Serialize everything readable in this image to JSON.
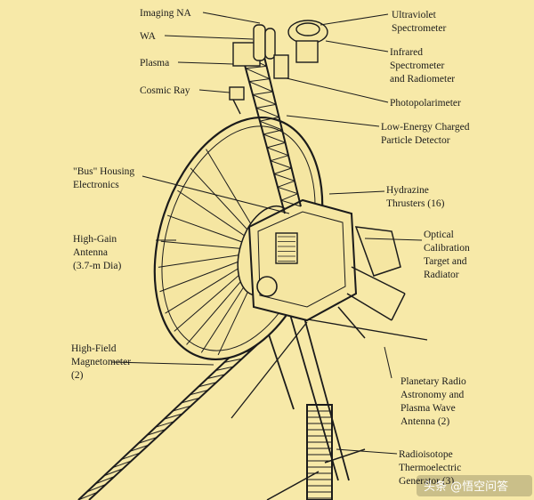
{
  "labels": {
    "imaging_na": "Imaging NA",
    "wa": "WA",
    "plasma": "Plasma",
    "cosmic_ray": "Cosmic Ray",
    "ultraviolet": [
      "Ultraviolet",
      "Spectrometer"
    ],
    "infrared": [
      "Infrared",
      "Spectrometer",
      "and Radiometer"
    ],
    "photopolarimeter": "Photopolarimeter",
    "low_energy": [
      "Low-Energy Charged",
      "Particle Detector"
    ],
    "bus_housing": [
      "\"Bus\" Housing",
      "Electronics"
    ],
    "hydrazine": [
      "Hydrazine",
      "Thrusters (16)"
    ],
    "high_gain": [
      "High-Gain",
      "Antenna",
      "(3.7-m Dia)"
    ],
    "optical": [
      "Optical",
      "Calibration",
      "Target and",
      "Radiator"
    ],
    "high_field": [
      "High-Field",
      "Magnetometer",
      "(2)"
    ],
    "planetary_radio": [
      "Planetary Radio",
      "Astronomy and",
      "Plasma Wave",
      "Antenna (2)"
    ],
    "radioisotope": [
      "Radioisotope",
      "Thermoelectric",
      "Generator (3)"
    ]
  },
  "watermark": "头条 @悟空问答",
  "colors": {
    "background": "#f7e9a8",
    "ink": "#1b1b1b"
  }
}
